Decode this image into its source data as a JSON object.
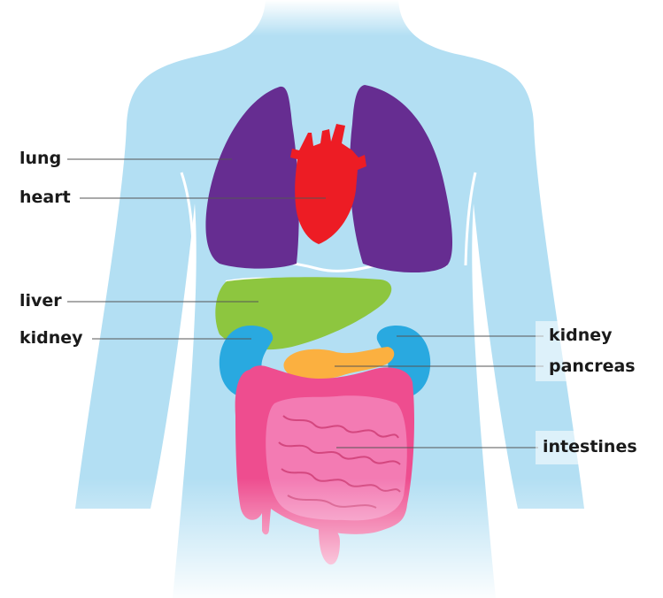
{
  "labels": {
    "lung": "lung",
    "heart": "heart",
    "liver": "liver",
    "kidney_left": "kidney",
    "kidney_right": "kidney",
    "pancreas": "pancreas",
    "intestines": "intestines"
  },
  "colors": {
    "body": "#b3dff3",
    "lung": "#662d91",
    "heart": "#ed1c24",
    "liver": "#8dc63f",
    "kidney": "#29a9e0",
    "pancreas": "#fbb040",
    "intestines_outer": "#ee4d8f",
    "intestines_inner": "#f37bb3",
    "leader_line": "#555555"
  }
}
